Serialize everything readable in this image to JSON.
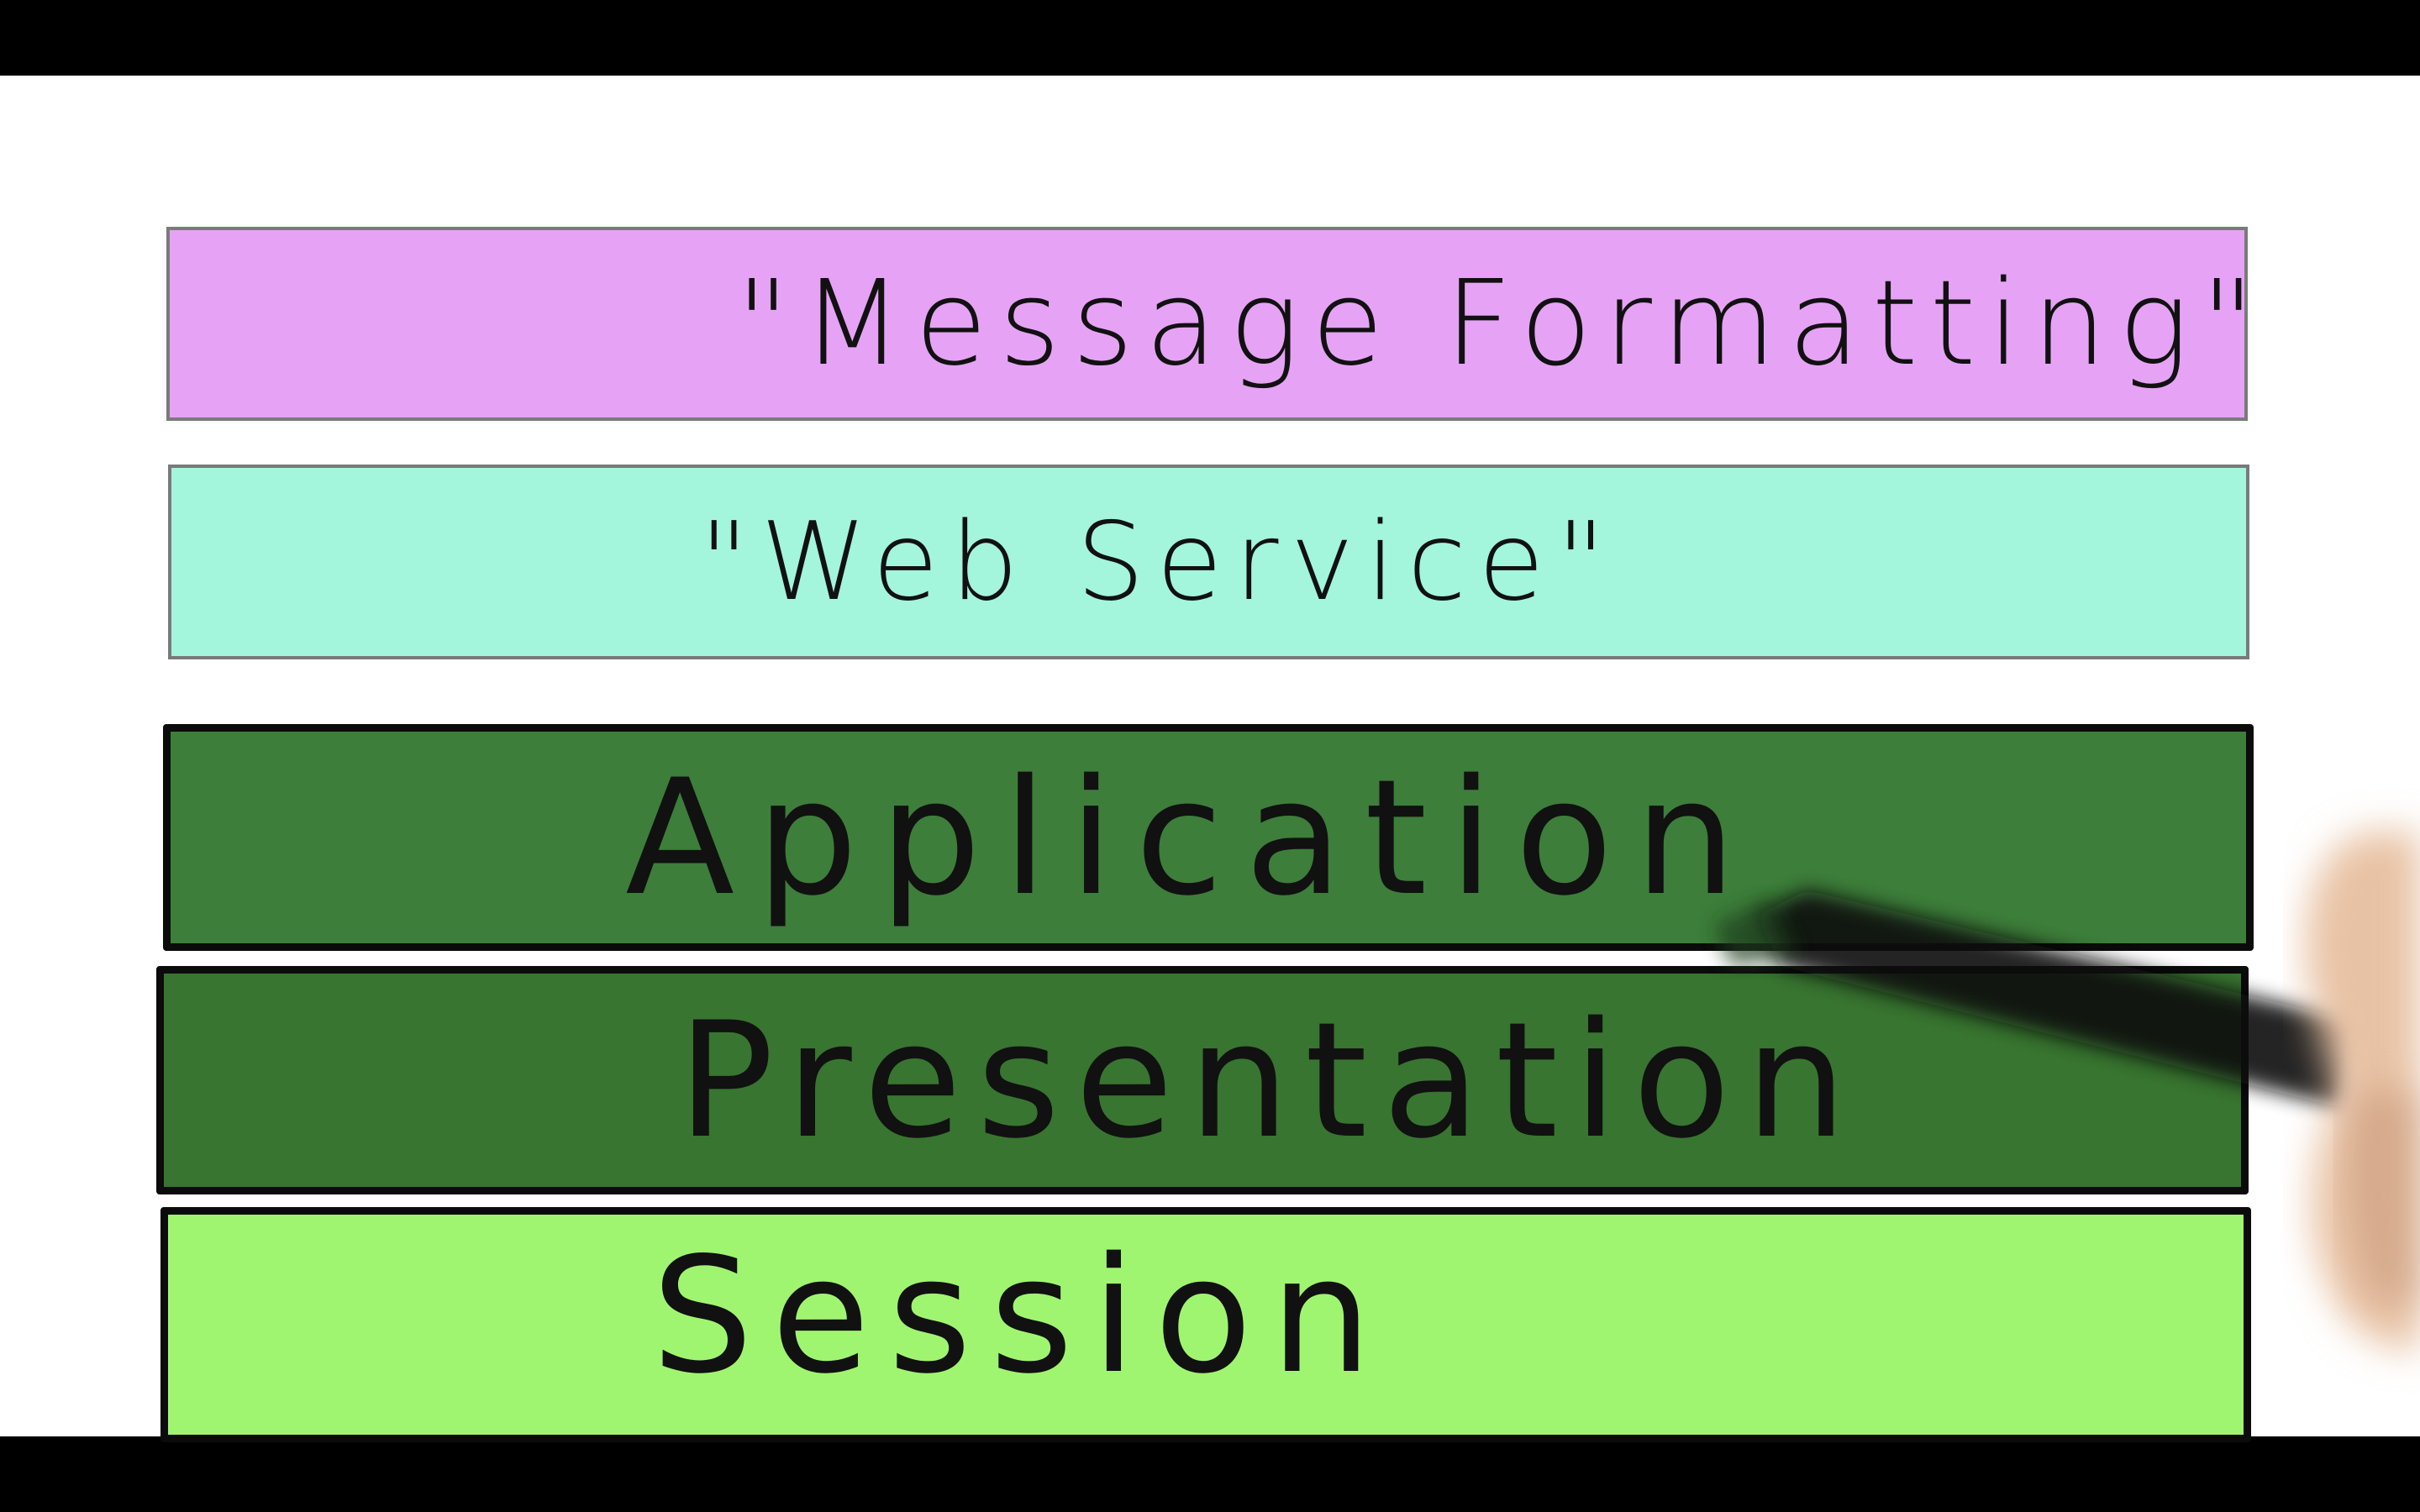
{
  "layers": [
    {
      "id": "message-formatting",
      "label": "\"Message Formatting\"",
      "color": "#e6a3f5"
    },
    {
      "id": "web-service",
      "label": "\"Web Service\"",
      "color": "#a3f5dc"
    },
    {
      "id": "application",
      "label": "Application",
      "color": "#3d7e3a"
    },
    {
      "id": "presentation",
      "label": "Presentation",
      "color": "#387530"
    },
    {
      "id": "session",
      "label": "Session",
      "color": "#a0f570"
    }
  ],
  "colors": {
    "letterbox": "#000000",
    "whiteboard": "#ffffff",
    "marker": "#111111",
    "hand": "#e8c2a4"
  }
}
